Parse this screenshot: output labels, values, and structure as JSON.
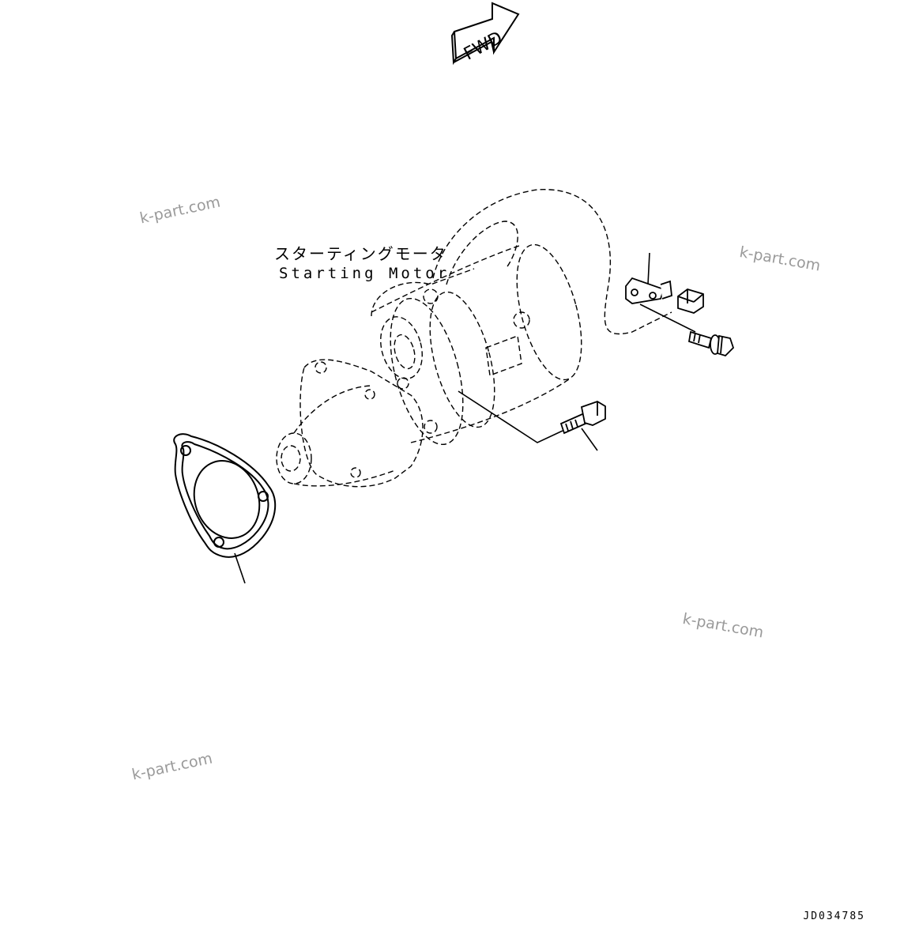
{
  "direction_arrow": {
    "text": "FWD",
    "icon": "forward-arrow-icon"
  },
  "part_labels": {
    "japanese": "スターティングモータ",
    "english": "Starting Motor"
  },
  "watermarks": [
    "k-part.com",
    "k-part.com",
    "k-part.com",
    "k-part.com"
  ],
  "drawing_id": "JD034785",
  "colors": {
    "line": "#000000",
    "watermark": "#9a9a9a",
    "background": "#ffffff"
  }
}
